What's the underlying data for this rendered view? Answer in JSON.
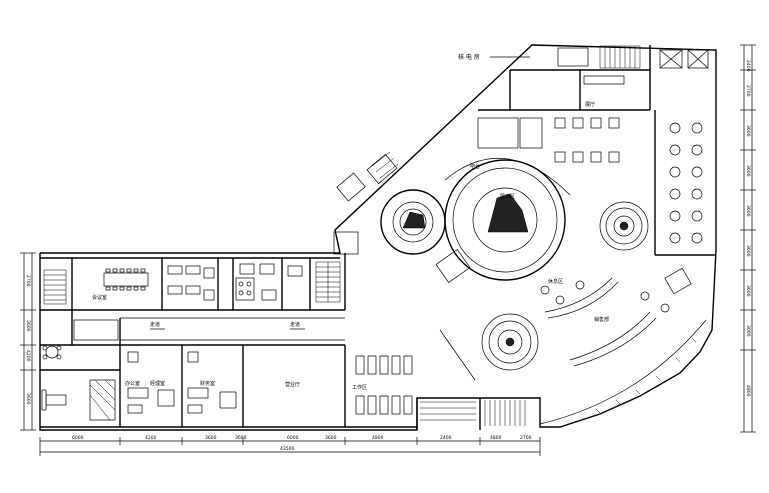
{
  "title_label": "核 电 房",
  "rooms": {
    "r_meeting": "会议室",
    "r_office1": "办公室",
    "r_office2": "经理室",
    "r_office3": "财务室",
    "r_hall": "营业厅",
    "r_work": "工作区",
    "r_corridor_a": "走道",
    "r_corridor_b": "走道",
    "r_bar": "吧台",
    "r_display": "展示区",
    "r_lounge": "休息区",
    "r_sales": "销售部",
    "r_exhibit": "展厅"
  },
  "bottom_dims": [
    "6000",
    "4200",
    "3600",
    "3600",
    "6000",
    "3600",
    "4800",
    "2400",
    "4800",
    "2700"
  ],
  "bottom_total": "43500",
  "right_dims": [
    "2400",
    "2700",
    "3600",
    "3600",
    "3600",
    "3600",
    "3600",
    "3000",
    "4800"
  ],
  "left_dims": [
    "2700",
    "3600",
    "4200",
    "3600"
  ]
}
